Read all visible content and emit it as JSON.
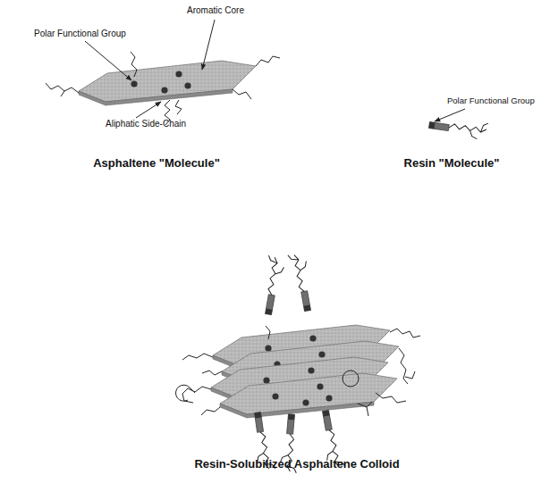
{
  "diagram": {
    "labels": [
      "Aromatic Core",
      "Polar Functional Group",
      "Aliphatic Side-Chain",
      "Asphaltene \"Molecule\"",
      "Polar Functional Group",
      "Resin \"Molecule\"",
      "Resin-Solubilized Asphaltene Colloid"
    ]
  }
}
